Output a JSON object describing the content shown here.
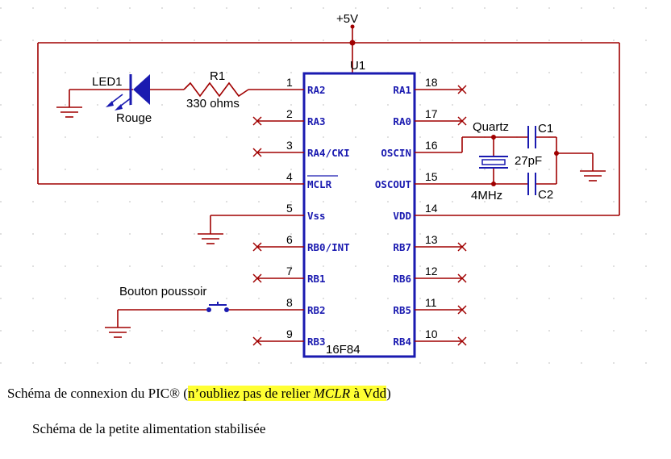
{
  "supply": {
    "label": "+5V"
  },
  "chip": {
    "ref": "U1",
    "part": "16F84"
  },
  "pins_left": [
    {
      "num": "1",
      "name": "RA2"
    },
    {
      "num": "2",
      "name": "RA3"
    },
    {
      "num": "3",
      "name": "RA4/CKI"
    },
    {
      "num": "4",
      "name": "MCLR"
    },
    {
      "num": "5",
      "name": "Vss"
    },
    {
      "num": "6",
      "name": "RB0/INT"
    },
    {
      "num": "7",
      "name": "RB1"
    },
    {
      "num": "8",
      "name": "RB2"
    },
    {
      "num": "9",
      "name": "RB3"
    }
  ],
  "pins_right": [
    {
      "num": "18",
      "name": "RA1"
    },
    {
      "num": "17",
      "name": "RA0"
    },
    {
      "num": "16",
      "name": "OSCIN"
    },
    {
      "num": "15",
      "name": "OSCOUT"
    },
    {
      "num": "14",
      "name": "VDD"
    },
    {
      "num": "13",
      "name": "RB7"
    },
    {
      "num": "12",
      "name": "RB6"
    },
    {
      "num": "11",
      "name": "RB5"
    },
    {
      "num": "10",
      "name": "RB4"
    }
  ],
  "led": {
    "ref": "LED1",
    "color": "Rouge"
  },
  "resistor": {
    "ref": "R1",
    "value": "330 ohms"
  },
  "crystal": {
    "name": "Quartz",
    "freq": "4MHz"
  },
  "caps": {
    "c1": "C1",
    "c2": "C2",
    "value": "27pF"
  },
  "button": {
    "label": "Bouton poussoir"
  },
  "captions": {
    "line1_prefix": "Schéma de connexion du PIC® (",
    "line1_hl_a": "n’oubliez pas de relier ",
    "line1_hl_em": "MCLR",
    "line1_hl_b": " à Vdd",
    "line1_suffix": ")",
    "line2": "Schéma de la petite alimentation stabilisée"
  },
  "colors": {
    "wire": "#a00000",
    "component": "#1a1ab0",
    "highlight": "#ffff33"
  }
}
